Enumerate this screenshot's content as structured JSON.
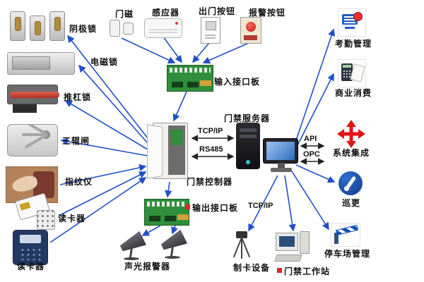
{
  "nodes": {
    "cathode_lock": "阴极锁",
    "magnetic_lock": "电磁锁",
    "push_bar_lock": "推杠锁",
    "tripod_turnstile": "三辊闸",
    "fingerprint_reader": "指纹仪",
    "card_reader_top": "读卡器",
    "card_reader_bottom": "读卡器",
    "door_contact": "门磁",
    "sensor": "感应器",
    "exit_button": "出门按钮",
    "alarm_button": "报警按钮",
    "input_interface_board": "输入接口板",
    "access_server": "门禁服务器",
    "access_controller": "门禁控制器",
    "output_interface_board": "输出接口板",
    "sound_light_alarm": "声光报警器",
    "card_making_device": "制卡设备",
    "access_workstation": "门禁工作站",
    "attendance_management": "考勤管理",
    "business_consumption": "商业消费",
    "system_integration": "系统集成",
    "patrol": "巡更",
    "parking_management": "停车场管理"
  },
  "links": {
    "controller_server_protocol_1": "TCP/IP",
    "controller_server_protocol_2": "RS485",
    "server_integration_api": "API",
    "server_integration_opc": "OPC",
    "server_workstation_protocol": "TCP/IP"
  },
  "colors": {
    "arrow_blue": "#2050c8",
    "arrow_dark": "#222222",
    "board_green": "#2f8f3a",
    "alert_red": "#e21414"
  }
}
